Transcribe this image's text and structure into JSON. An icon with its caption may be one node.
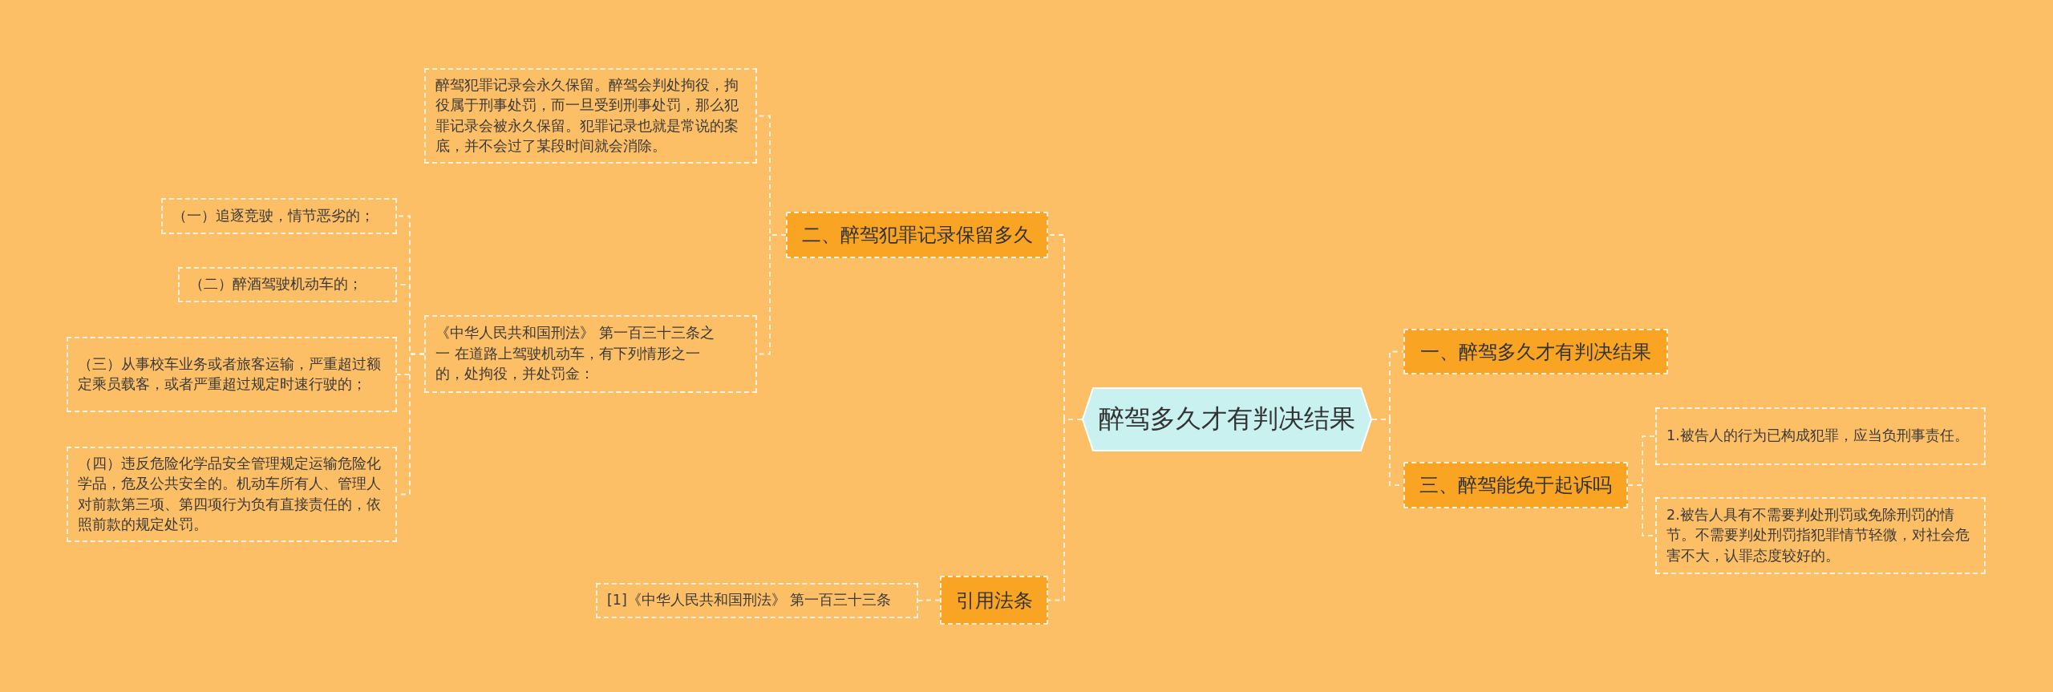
{
  "diagram": {
    "nodes": [
      {
        "text": [
          "醉驾多久才有判决结果"
        ]
      },
      {
        "text": [
          "一、醉驾多久才有判决结果"
        ]
      },
      {
        "text": [
          "三、醉驾能免于起诉吗"
        ]
      },
      {
        "text": [
          "1.被告人的行为已构成犯罪，应当负刑事责任。"
        ]
      },
      {
        "text": [
          "2.被告人具有不需要判处刑罚或免除刑罚的情节。不需要判处刑罚指犯罪情节轻微，对社会危害不大，认罪态度较好的。"
        ]
      },
      {
        "text": [
          "二、醉驾犯罪记录保留多久"
        ]
      },
      {
        "text": [
          "醉驾犯罪记录会永久保留。醉驾会判处拘役，拘役属于刑事处罚，而一旦受到刑事处罚，那么犯罪记录会被永久保留。犯罪记录也就是常说的案底，并不会过了某段时间就会消除。"
        ]
      },
      {
        "text": [
          "《中华人民共和国刑法》 第一百三十三条之一 在道路上驾驶机动车，有下列情形之一的，处拘役，并处罚金："
        ]
      },
      {
        "text": [
          "（一）追逐竞驶，情节恶劣的；"
        ]
      },
      {
        "text": [
          "（二）醉酒驾驶机动车的；"
        ]
      },
      {
        "text": [
          "（三）从事校车业务或者旅客运输，严重超过额定乘员载客，或者严重超过规定时速行驶的；"
        ]
      },
      {
        "text": [
          "（四）违反危险化学品安全管理规定运输危险化学品，危及公共安全的。机动车所有人、管理人对前款第三项、第四项行为负有直接责任的，依照前款的规定处罚。"
        ]
      },
      {
        "text": [
          "引用法条"
        ]
      },
      {
        "text": [
          "[1]《中华人民共和国刑法》 第一百三十三条"
        ]
      }
    ],
    "edges": [
      {
        "from": 0,
        "to": 1,
        "arrow": "none"
      },
      {
        "from": 0,
        "to": 2,
        "arrow": "none"
      },
      {
        "from": 2,
        "to": 3,
        "arrow": "none"
      },
      {
        "from": 2,
        "to": 4,
        "arrow": "none"
      },
      {
        "from": 0,
        "to": 5,
        "arrow": "none"
      },
      {
        "from": 5,
        "to": 6,
        "arrow": "none"
      },
      {
        "from": 5,
        "to": 7,
        "arrow": "none"
      },
      {
        "from": 7,
        "to": 8,
        "arrow": "none"
      },
      {
        "from": 7,
        "to": 9,
        "arrow": "none"
      },
      {
        "from": 7,
        "to": 10,
        "arrow": "none"
      },
      {
        "from": 7,
        "to": 11,
        "arrow": "none"
      },
      {
        "from": 0,
        "to": 12,
        "arrow": "none"
      },
      {
        "from": 12,
        "to": 13,
        "arrow": "none"
      }
    ]
  }
}
